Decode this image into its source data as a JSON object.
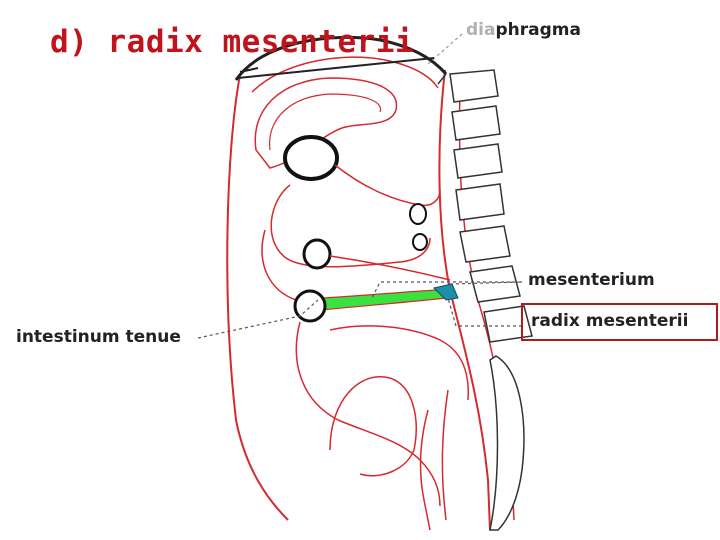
{
  "title": "d) radix mesenterii",
  "labels": {
    "diaphragma_prefix": "dia",
    "diaphragma_rest": "phragma",
    "mesenterium": "mesenterium",
    "radix_mesenterii": "radix mesenterii",
    "intestinum_tenue": "intestinum tenue"
  },
  "colors": {
    "title": "#c0141c",
    "outline": "#d42a32",
    "mesentery_fill": "#39e23f",
    "root_fill": "#1f8fa8",
    "box_border": "#b01a1a",
    "leader": "#666666"
  }
}
